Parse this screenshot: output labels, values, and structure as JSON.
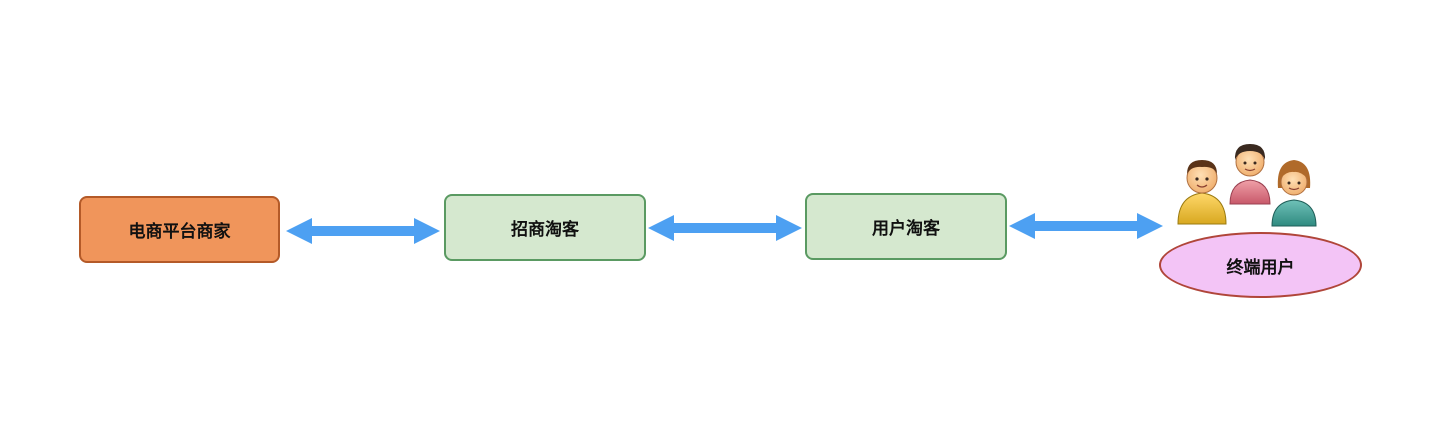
{
  "diagram": {
    "nodes": {
      "merchant": "电商平台商家",
      "recruit_taoke": "招商淘客",
      "user_taoke": "用户淘客",
      "end_user": "终端用户"
    },
    "edges": [
      {
        "from": "merchant",
        "to": "recruit_taoke",
        "direction": "bidirectional"
      },
      {
        "from": "recruit_taoke",
        "to": "user_taoke",
        "direction": "bidirectional"
      },
      {
        "from": "user_taoke",
        "to": "end_user",
        "direction": "bidirectional"
      }
    ],
    "colors": {
      "merchant_fill": "#f0955b",
      "taoke_fill": "#d5e8cf",
      "end_user_fill": "#f3c4f6",
      "arrow": "#4da0f2"
    },
    "icons": [
      "users-group-icon"
    ]
  }
}
